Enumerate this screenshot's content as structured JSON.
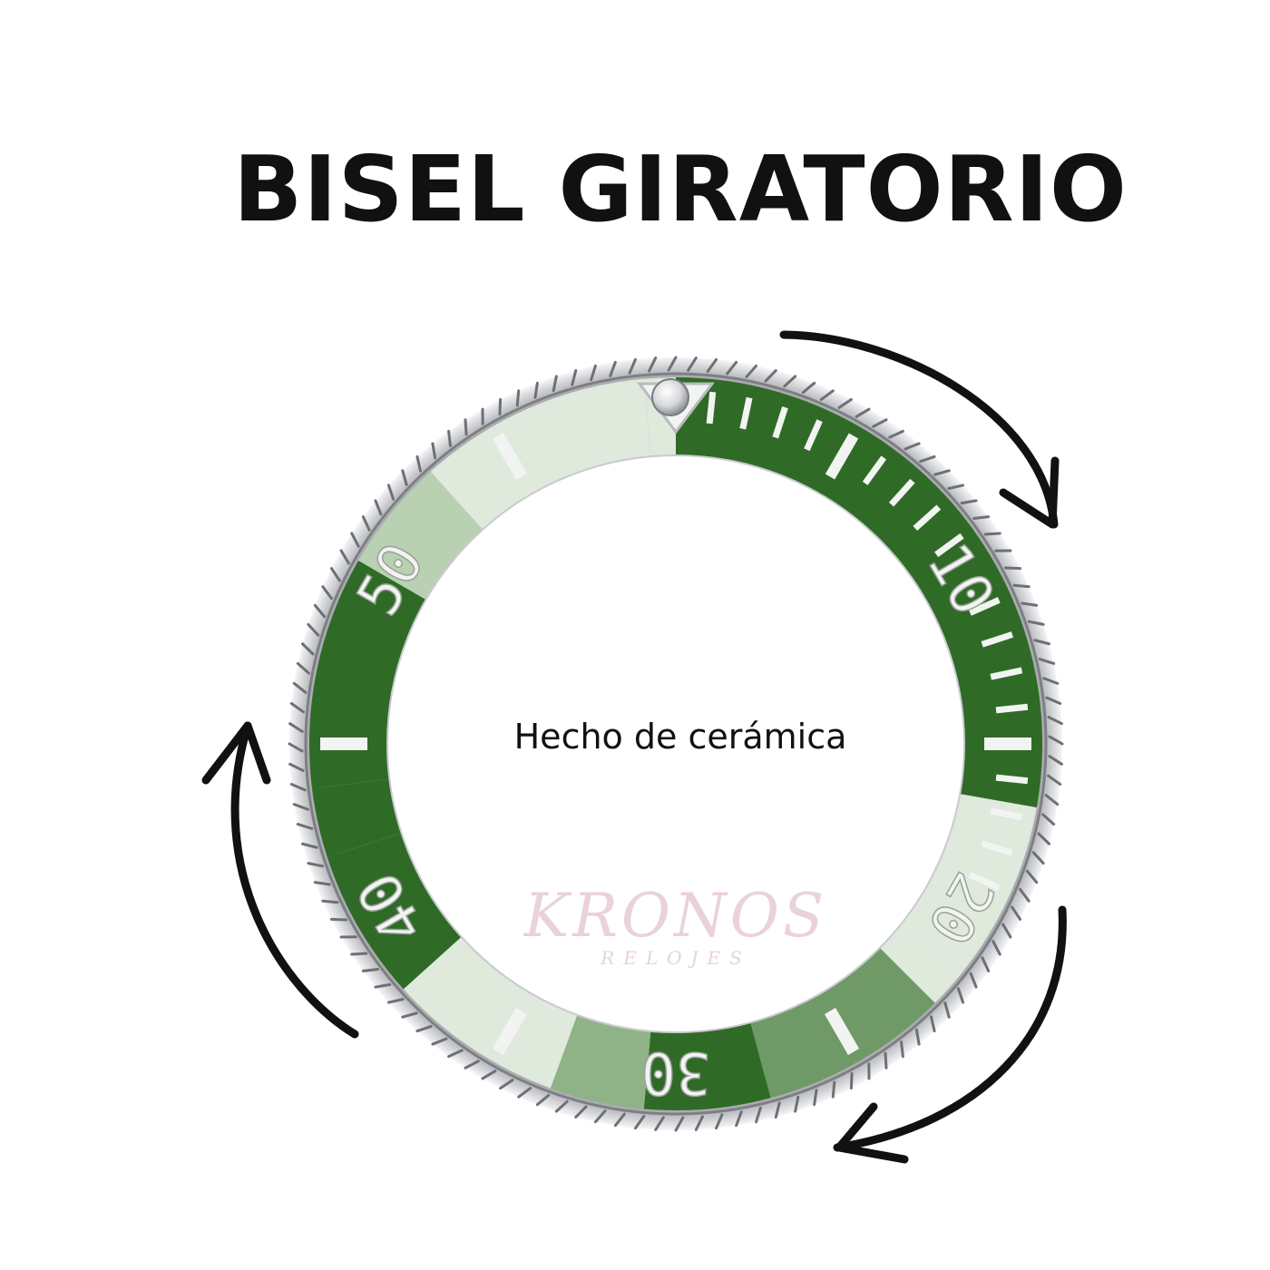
{
  "title": "BISEL GIRATORIO",
  "caption": "Hecho de cerámica",
  "watermark": {
    "main": "KRONOS",
    "sub": "RELOJES"
  },
  "bezel": {
    "numerals": [
      "10",
      "20",
      "30",
      "40",
      "50"
    ],
    "colors": {
      "green": "#2f6b26",
      "green_light": "#dfe9dc",
      "marker": "#f2f4f2",
      "steel": "#b9bbbf",
      "steel_dark": "#6e7074"
    }
  },
  "arrows": {
    "color": "#111111",
    "count": 3
  },
  "icons": [
    "rotate-arrow-icon",
    "pearl-icon",
    "triangle-marker-icon"
  ]
}
